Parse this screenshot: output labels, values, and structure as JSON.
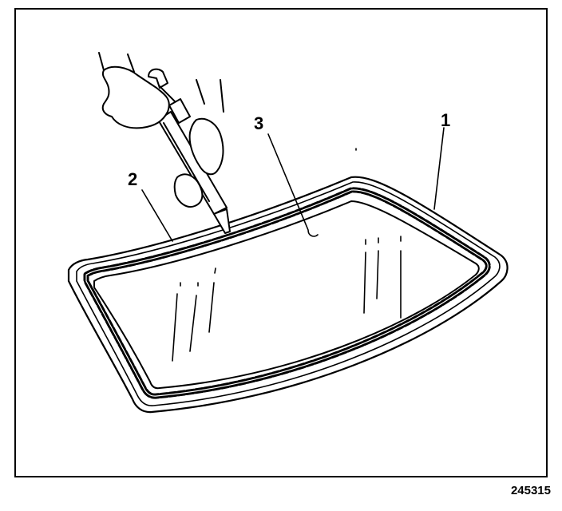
{
  "figure": {
    "callouts": [
      {
        "id": "1",
        "label": "1"
      },
      {
        "id": "2",
        "label": "2"
      },
      {
        "id": "3",
        "label": "3"
      }
    ],
    "figure_number": "245315",
    "colors": {
      "line": "#000000",
      "background": "#ffffff"
    }
  }
}
